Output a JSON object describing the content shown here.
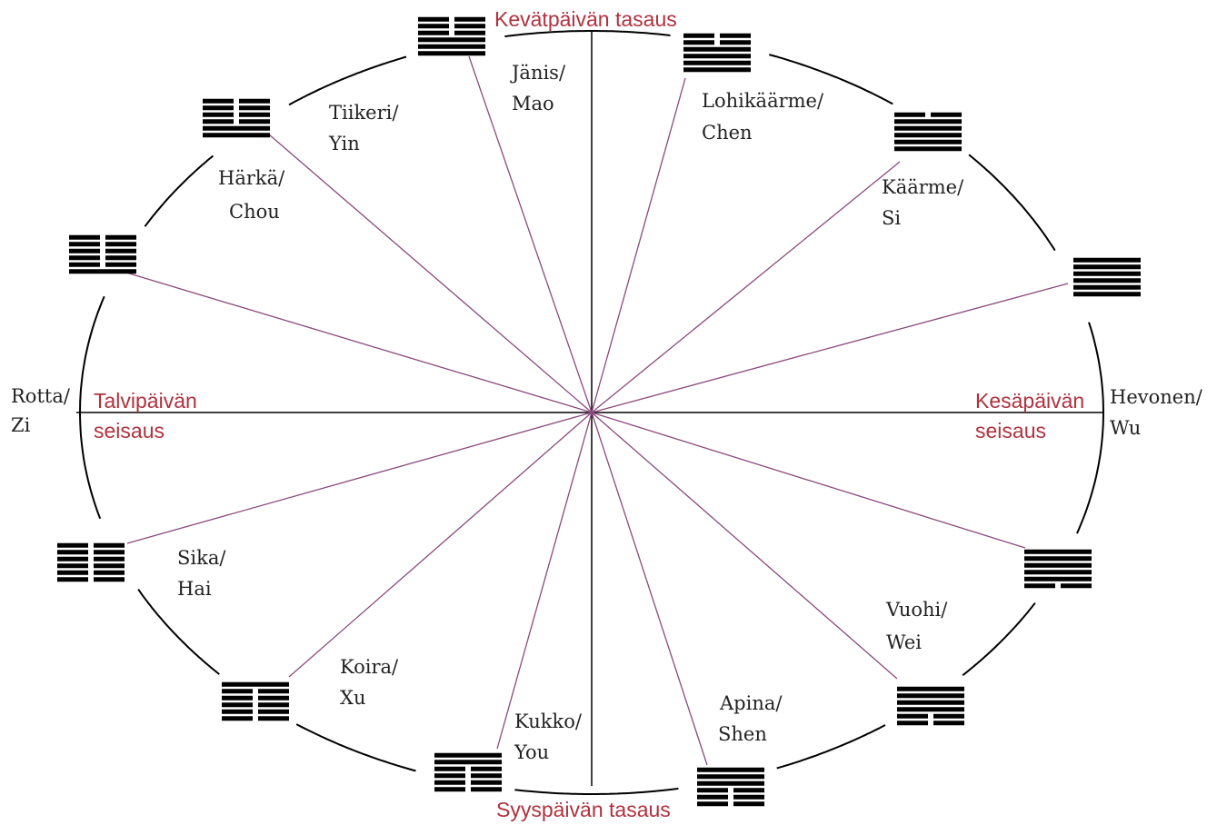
{
  "seasons": {
    "spring": "Kevätpäivän tasaus",
    "autumn": "Syyspäivän tasaus",
    "winter_1": "Talvipäivän",
    "winter_2": "seisaus",
    "summer_1": "Kesäpäivän",
    "summer_2": "seisaus"
  },
  "animals": {
    "rat_1": "Rotta/",
    "rat_2": "Zi",
    "ox_1": "Härkä/",
    "ox_2": "Chou",
    "tiger_1": "Tiikeri/",
    "tiger_2": "Yin",
    "rabbit_1": "Jänis/",
    "rabbit_2": "Mao",
    "dragon_1": "Lohikäärme/",
    "dragon_2": "Chen",
    "snake_1": "Käärme/",
    "snake_2": "Si",
    "horse_1": "Hevonen/",
    "horse_2": "Wu",
    "goat_1": "Vuohi/",
    "goat_2": "Wei",
    "monkey_1": "Apina/",
    "monkey_2": "Shen",
    "rooster_1": "Kukko/",
    "rooster_2": "You",
    "dog_1": "Koira/",
    "dog_2": "Xu",
    "pig_1": "Sika/",
    "pig_2": "Hai"
  },
  "hexagrams": [
    {
      "name": "hexagram-fu",
      "lines": [
        1,
        0,
        0,
        0,
        0,
        0
      ]
    },
    {
      "name": "hexagram-lin",
      "lines": [
        1,
        1,
        0,
        0,
        0,
        0
      ]
    },
    {
      "name": "hexagram-tai",
      "lines": [
        1,
        1,
        1,
        0,
        0,
        0
      ]
    },
    {
      "name": "hexagram-dazhuang",
      "lines": [
        1,
        1,
        1,
        1,
        0,
        0
      ]
    },
    {
      "name": "hexagram-guai",
      "lines": [
        1,
        1,
        1,
        1,
        1,
        0
      ]
    },
    {
      "name": "hexagram-qian",
      "lines": [
        1,
        1,
        1,
        1,
        1,
        1
      ]
    },
    {
      "name": "hexagram-gou",
      "lines": [
        0,
        1,
        1,
        1,
        1,
        1
      ]
    },
    {
      "name": "hexagram-dun",
      "lines": [
        0,
        0,
        1,
        1,
        1,
        1
      ]
    },
    {
      "name": "hexagram-pi",
      "lines": [
        0,
        0,
        0,
        1,
        1,
        1
      ]
    },
    {
      "name": "hexagram-guan",
      "lines": [
        0,
        0,
        0,
        0,
        1,
        1
      ]
    },
    {
      "name": "hexagram-bo",
      "lines": [
        0,
        0,
        0,
        0,
        0,
        1
      ]
    },
    {
      "name": "hexagram-kun",
      "lines": [
        0,
        0,
        0,
        0,
        0,
        0
      ]
    }
  ],
  "colors": {
    "spoke_color": "#8b4a7e",
    "axis_color": "#000000",
    "label_red": "#b0323f"
  }
}
